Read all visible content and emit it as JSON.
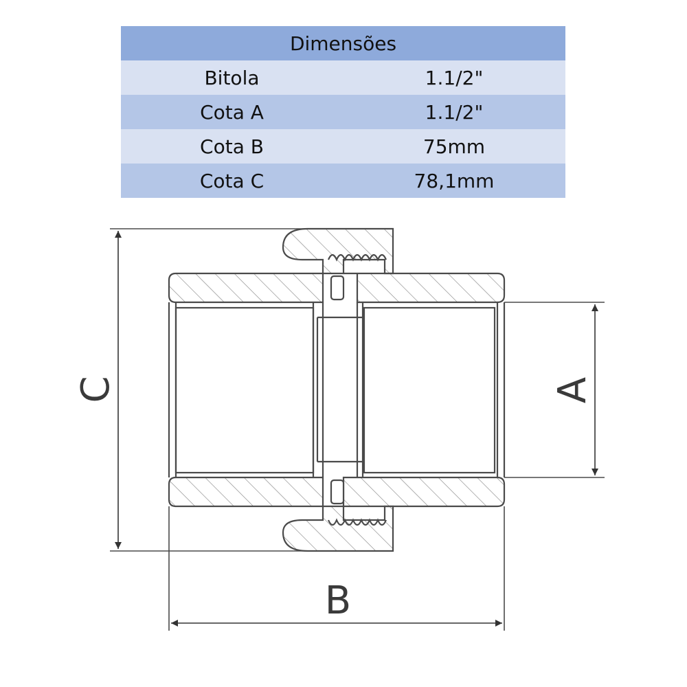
{
  "table": {
    "header": "Dimensões",
    "rows": [
      {
        "label": "Bitola",
        "value": "1.1/2\""
      },
      {
        "label": "Cota A",
        "value": "1.1/2\""
      },
      {
        "label": "Cota B",
        "value": "75mm"
      },
      {
        "label": "Cota C",
        "value": "78,1mm"
      }
    ]
  },
  "drawing": {
    "labels": {
      "a": "A",
      "b": "B",
      "c": "C"
    }
  },
  "colors": {
    "header_bg": "#8eaadb",
    "row_light": "#d9e1f2",
    "row_dark": "#b4c6e7",
    "line": "#4a4a4a"
  }
}
